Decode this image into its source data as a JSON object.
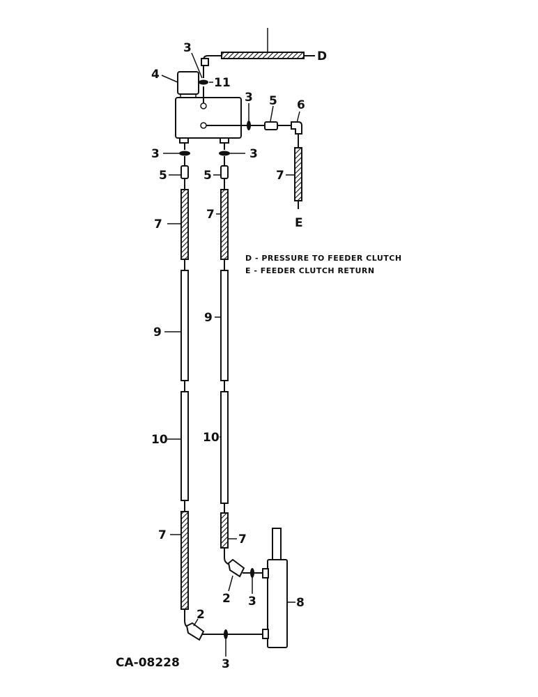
{
  "diagram": {
    "code": "CA-08228",
    "legend": [
      {
        "key": "D",
        "text": "D - PRESSURE TO FEEDER CLUTCH"
      },
      {
        "key": "E",
        "text": "E - FEEDER CLUTCH RETURN"
      }
    ],
    "callouts": {
      "n2": "2",
      "n3": "3",
      "n4": "4",
      "n5": "5",
      "n6": "6",
      "n7": "7",
      "n8": "8",
      "n9": "9",
      "n10": "10",
      "n11": "11",
      "D": "D",
      "E": "E"
    }
  }
}
